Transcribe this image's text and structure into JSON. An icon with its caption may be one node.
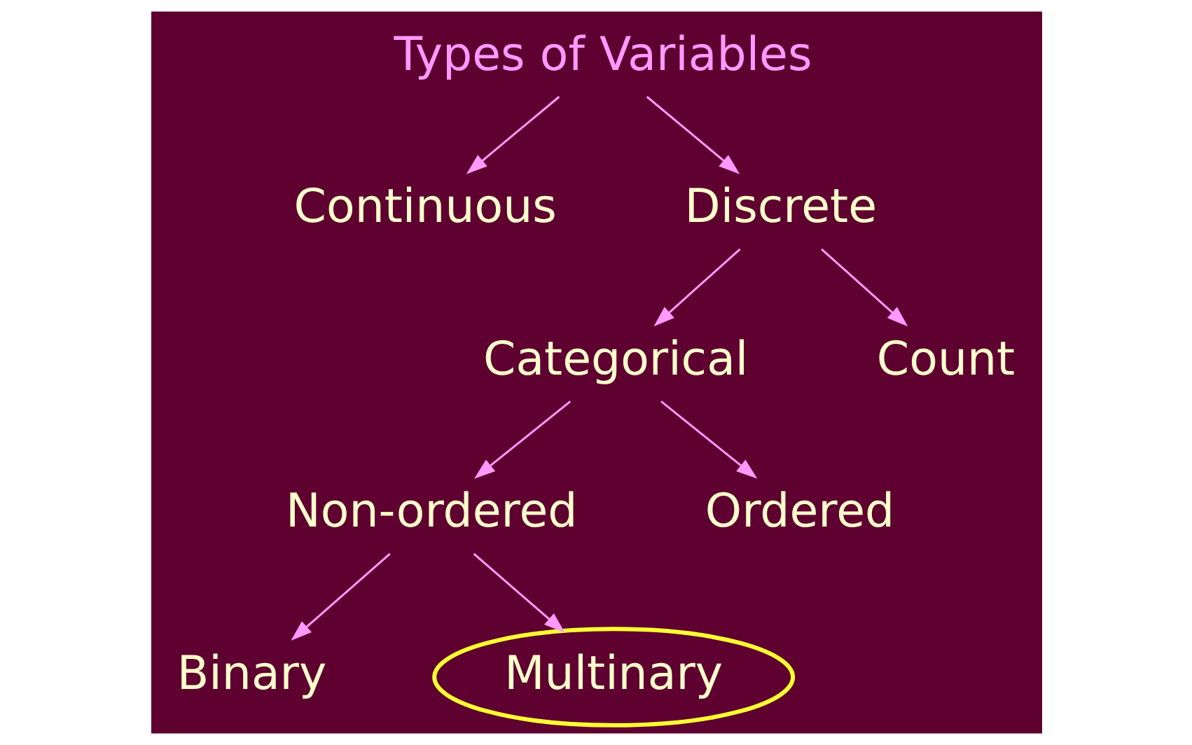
{
  "diagram": {
    "nodes": [
      {
        "text": [
          "Types of Variables"
        ]
      },
      {
        "text": [
          "Continuous"
        ]
      },
      {
        "text": [
          "Discrete"
        ]
      },
      {
        "text": [
          "Categorical"
        ]
      },
      {
        "text": [
          "Count"
        ]
      },
      {
        "text": [
          "Non-ordered"
        ]
      },
      {
        "text": [
          "Ordered"
        ]
      },
      {
        "text": [
          "Binary"
        ]
      },
      {
        "text": [
          "Multinary"
        ]
      }
    ],
    "edges": [
      {
        "from": 0,
        "to": 1,
        "arrow": "to"
      },
      {
        "from": 0,
        "to": 2,
        "arrow": "to"
      },
      {
        "from": 2,
        "to": 3,
        "arrow": "to"
      },
      {
        "from": 2,
        "to": 4,
        "arrow": "to"
      },
      {
        "from": 3,
        "to": 5,
        "arrow": "to"
      },
      {
        "from": 3,
        "to": 6,
        "arrow": "to"
      },
      {
        "from": 5,
        "to": 7,
        "arrow": "to"
      },
      {
        "from": 5,
        "to": 8,
        "arrow": "to"
      }
    ]
  }
}
